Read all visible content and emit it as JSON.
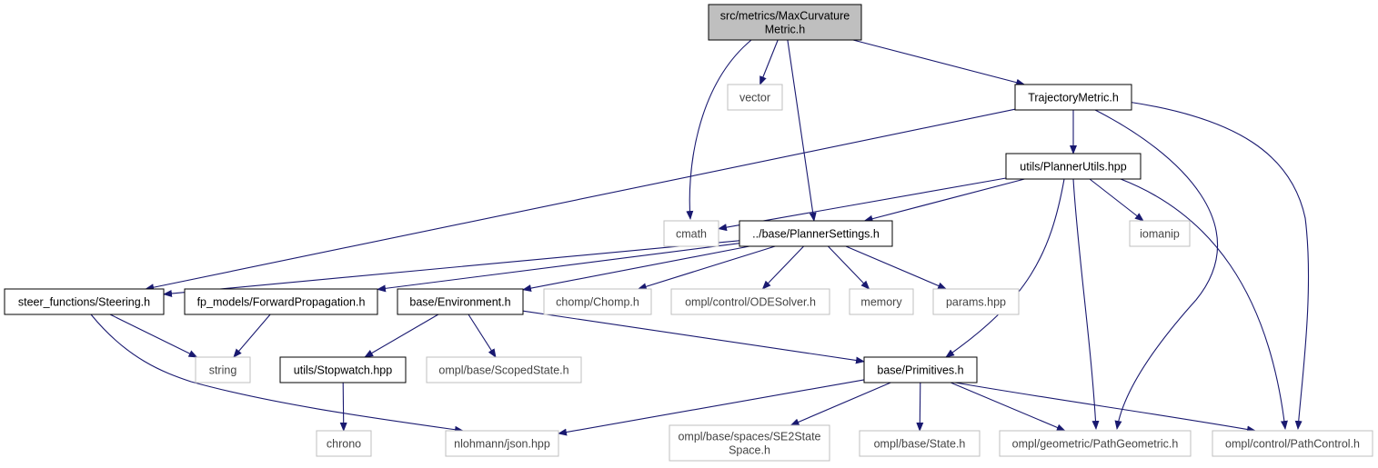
{
  "colors": {
    "edge": "#191970",
    "node_border_project": "#000000",
    "node_border_system": "#bfbfbf",
    "root_fill": "#bfbfbf",
    "text": "#000000"
  },
  "nodes": [
    {
      "id": "root",
      "lines": [
        "src/metrics/MaxCurvature",
        "Metric.h"
      ],
      "kind": "root"
    },
    {
      "id": "vector",
      "lines": [
        "vector"
      ],
      "kind": "system"
    },
    {
      "id": "traj",
      "lines": [
        "TrajectoryMetric.h"
      ],
      "kind": "project"
    },
    {
      "id": "cmath",
      "lines": [
        "cmath"
      ],
      "kind": "system"
    },
    {
      "id": "planner_settings",
      "lines": [
        "../base/PlannerSettings.h"
      ],
      "kind": "project"
    },
    {
      "id": "planner_utils",
      "lines": [
        "utils/PlannerUtils.hpp"
      ],
      "kind": "project"
    },
    {
      "id": "iomanip",
      "lines": [
        "iomanip"
      ],
      "kind": "system"
    },
    {
      "id": "steering",
      "lines": [
        "steer_functions/Steering.h"
      ],
      "kind": "project"
    },
    {
      "id": "fwdprop",
      "lines": [
        "fp_models/ForwardPropagation.h"
      ],
      "kind": "project"
    },
    {
      "id": "env",
      "lines": [
        "base/Environment.h"
      ],
      "kind": "project"
    },
    {
      "id": "chomp",
      "lines": [
        "chomp/Chomp.h"
      ],
      "kind": "system"
    },
    {
      "id": "odesolver",
      "lines": [
        "ompl/control/ODESolver.h"
      ],
      "kind": "system"
    },
    {
      "id": "memory",
      "lines": [
        "memory"
      ],
      "kind": "system"
    },
    {
      "id": "params",
      "lines": [
        "params.hpp"
      ],
      "kind": "system"
    },
    {
      "id": "string",
      "lines": [
        "string"
      ],
      "kind": "system"
    },
    {
      "id": "stopwatch",
      "lines": [
        "utils/Stopwatch.hpp"
      ],
      "kind": "project"
    },
    {
      "id": "scopedstate",
      "lines": [
        "ompl/base/ScopedState.h"
      ],
      "kind": "system"
    },
    {
      "id": "primitives",
      "lines": [
        "base/Primitives.h"
      ],
      "kind": "project"
    },
    {
      "id": "chrono",
      "lines": [
        "chrono"
      ],
      "kind": "system"
    },
    {
      "id": "json",
      "lines": [
        "nlohmann/json.hpp"
      ],
      "kind": "system"
    },
    {
      "id": "se2",
      "lines": [
        "ompl/base/spaces/SE2State",
        "Space.h"
      ],
      "kind": "system"
    },
    {
      "id": "state",
      "lines": [
        "ompl/base/State.h"
      ],
      "kind": "system"
    },
    {
      "id": "pathgeom",
      "lines": [
        "ompl/geometric/PathGeometric.h"
      ],
      "kind": "system"
    },
    {
      "id": "pathctrl",
      "lines": [
        "ompl/control/PathControl.h"
      ],
      "kind": "system"
    }
  ],
  "edges": [
    [
      "root",
      "vector"
    ],
    [
      "root",
      "traj"
    ],
    [
      "root",
      "cmath"
    ],
    [
      "root",
      "planner_settings"
    ],
    [
      "traj",
      "planner_utils"
    ],
    [
      "traj",
      "steering"
    ],
    [
      "traj",
      "pathgeom"
    ],
    [
      "traj",
      "pathctrl"
    ],
    [
      "planner_utils",
      "cmath"
    ],
    [
      "planner_utils",
      "planner_settings"
    ],
    [
      "planner_utils",
      "iomanip"
    ],
    [
      "planner_utils",
      "primitives"
    ],
    [
      "planner_utils",
      "pathgeom"
    ],
    [
      "planner_utils",
      "pathctrl"
    ],
    [
      "planner_settings",
      "steering"
    ],
    [
      "planner_settings",
      "fwdprop"
    ],
    [
      "planner_settings",
      "env"
    ],
    [
      "planner_settings",
      "chomp"
    ],
    [
      "planner_settings",
      "odesolver"
    ],
    [
      "planner_settings",
      "memory"
    ],
    [
      "planner_settings",
      "params"
    ],
    [
      "steering",
      "string"
    ],
    [
      "steering",
      "json"
    ],
    [
      "fwdprop",
      "string"
    ],
    [
      "env",
      "stopwatch"
    ],
    [
      "env",
      "scopedstate"
    ],
    [
      "env",
      "primitives"
    ],
    [
      "stopwatch",
      "chrono"
    ],
    [
      "primitives",
      "json"
    ],
    [
      "primitives",
      "se2"
    ],
    [
      "primitives",
      "state"
    ],
    [
      "primitives",
      "pathgeom"
    ],
    [
      "primitives",
      "pathctrl"
    ]
  ]
}
